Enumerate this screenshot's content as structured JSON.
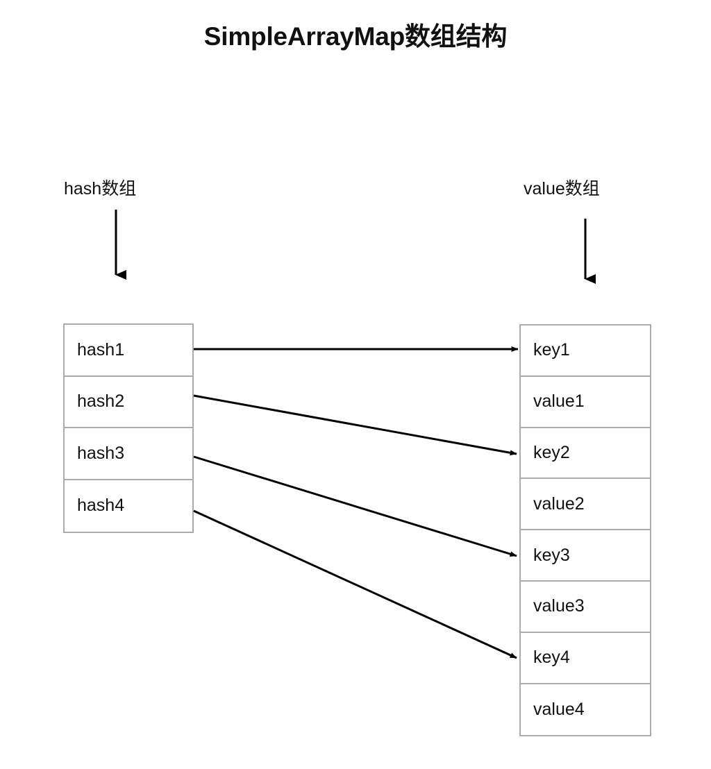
{
  "title": "SimpleArrayMap数组结构",
  "labels": {
    "hash_array": "hash数组",
    "value_array": "value数组"
  },
  "hash_table": {
    "name": "hash-array",
    "cells": [
      {
        "text": "hash1"
      },
      {
        "text": "hash2"
      },
      {
        "text": "hash3"
      },
      {
        "text": "hash4"
      }
    ]
  },
  "kv_table": {
    "name": "value-array",
    "cells": [
      {
        "text": "key1"
      },
      {
        "text": "value1"
      },
      {
        "text": "key2"
      },
      {
        "text": "value2"
      },
      {
        "text": "key3"
      },
      {
        "text": "value3"
      },
      {
        "text": "key4"
      },
      {
        "text": "value4"
      }
    ]
  },
  "colors": {
    "border": "#aaaaaa",
    "text": "#111111",
    "arrow": "#000000",
    "background": "#ffffff"
  },
  "connections": [
    {
      "from": "hash1",
      "to": "key1"
    },
    {
      "from": "hash2",
      "to": "key2"
    },
    {
      "from": "hash3",
      "to": "key3"
    },
    {
      "from": "hash4",
      "to": "key4"
    }
  ],
  "pointer_arrows": [
    {
      "label": "hash数组",
      "target": "hash-array"
    },
    {
      "label": "value数组",
      "target": "value-array"
    }
  ]
}
